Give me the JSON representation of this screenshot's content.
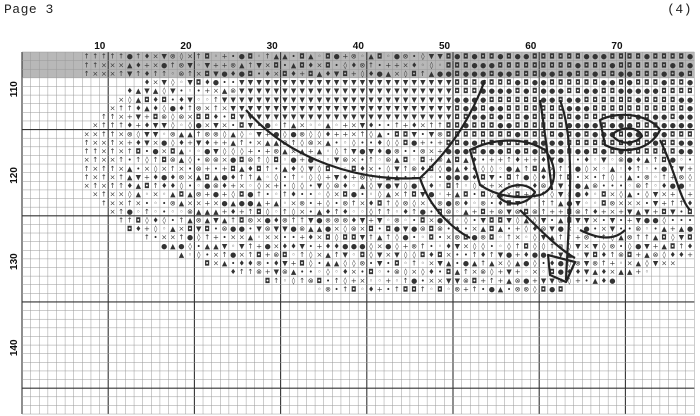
{
  "page": {
    "label": "Page 3",
    "number": "(4)"
  },
  "pattern": {
    "column_labels": [
      "10",
      "20",
      "30",
      "40",
      "50",
      "60",
      "70"
    ],
    "row_labels": [
      "110",
      "120",
      "130",
      "140"
    ],
    "symbols": [
      "↑",
      "•",
      "◦",
      "⊗",
      "▼",
      "◘",
      "●",
      "×",
      "+",
      "◊",
      "♦",
      "▲"
    ]
  }
}
